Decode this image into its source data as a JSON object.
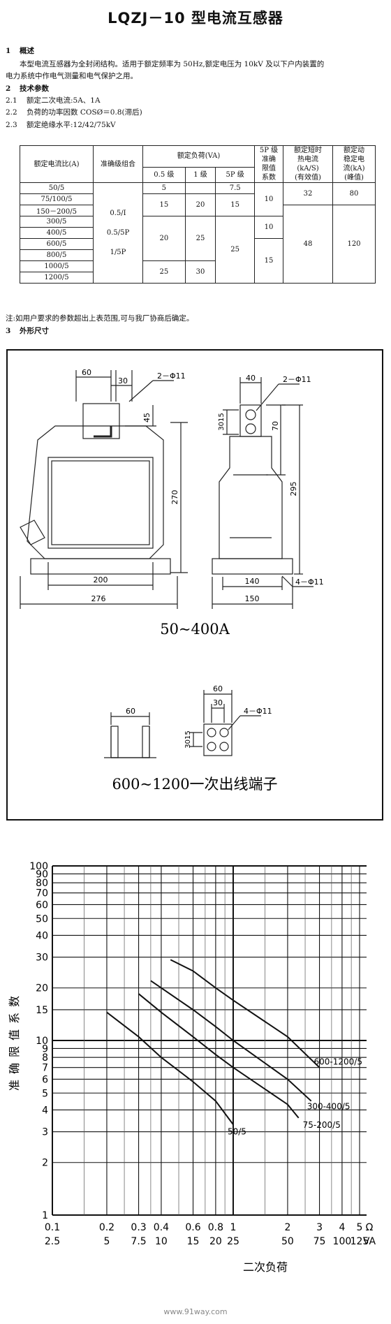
{
  "title": "LQZJ－10 型电流互感器",
  "sections": {
    "s1_num": "1",
    "s1_head": "概述",
    "s1_text1": "本型电流互感器为全封闭结构。适用于额定频率为 50Hz,额定电压为 10kV 及以下户内装置的",
    "s1_text2": "电力系统中作电气测量和电气保护之用。",
    "s2_num": "2",
    "s2_head": "技术参数",
    "s21_num": "2.1",
    "s21_text": "额定二次电流:5A、1A",
    "s22_num": "2.2",
    "s22_text": "负荷的功率因数 COSØ＝0.8(滞后)",
    "s23_num": "2.3",
    "s23_text": "额定绝缘水平:12/42/75kV",
    "note": "注:如用户要求的参数超出上表范围,可与我厂协商后确定。",
    "s3_num": "3",
    "s3_head": "外形尺寸"
  },
  "table": {
    "h_ratio": "额定电流比(A)",
    "h_class": "准确级组合",
    "h_load": "额定负荷(VA)",
    "h_05": "0.5 级",
    "h_1": "1 级",
    "h_5p": "5P 级",
    "h_alf1": "5P 级",
    "h_alf2": "准确",
    "h_alf3": "限值",
    "h_alf4": "系数",
    "h_th1": "额定短时",
    "h_th2": "热电流",
    "h_th3": "(kA/S)",
    "h_th4": "(有效值)",
    "h_dy1": "额定动",
    "h_dy2": "稳定电",
    "h_dy3": "流(kA)",
    "h_dy4": "(峰值)",
    "ratios": [
      "50/5",
      "75/100/5",
      "150－200/5",
      "300/5",
      "400/5",
      "600/5",
      "800/5",
      "1000/5",
      "1200/5"
    ],
    "class1": "0.5/Ⅰ",
    "class2": "0.5/5P",
    "class3": "1/5P",
    "v05": [
      "5",
      "15",
      "20",
      "25"
    ],
    "v1": [
      "20",
      "25",
      "30"
    ],
    "v5p": [
      "7.5",
      "15",
      "25"
    ],
    "alf": [
      "10",
      "10",
      "15"
    ],
    "thermal": [
      "32",
      "48"
    ],
    "dynamic": [
      "80",
      "120"
    ]
  },
  "drawing": {
    "d_60": "60",
    "d_30": "30",
    "d_2phi11_a": "2－Φ11",
    "d_45": "45",
    "d_270": "270",
    "d_200": "200",
    "d_276": "276",
    "d_40": "40",
    "d_2phi11_b": "2－Φ11",
    "d_3015a": "3015",
    "d_70": "70",
    "d_295": "295",
    "d_140": "140",
    "d_4phi11_a": "4－Φ11",
    "d_150": "150",
    "cap1": "50~400A",
    "d_60b": "60",
    "d_60c": "60",
    "d_30b": "30",
    "d_4phi11_b": "4－Φ11",
    "d_3015b": "3015",
    "cap2": "600~1200一次出线端子"
  },
  "chart_data": {
    "type": "line",
    "title": "",
    "xlabel": "二次负荷",
    "ylabel": "准确限值系数",
    "x_scale": "log",
    "y_scale": "log",
    "xlim": [
      0.1,
      5
    ],
    "ylim": [
      1,
      100
    ],
    "x_ticks_top": [
      "0.1",
      "0.2",
      "0.3",
      "0.4",
      "0.6",
      "0.8",
      "1",
      "2",
      "3",
      "4",
      "5",
      "Ω"
    ],
    "x_ticks_bottom": [
      "2.5",
      "5",
      "7.5",
      "10",
      "15",
      "20",
      "25",
      "50",
      "75",
      "100",
      "125",
      "VA"
    ],
    "x_tick_values": [
      0.1,
      0.2,
      0.3,
      0.4,
      0.6,
      0.8,
      1,
      2,
      3,
      4,
      5
    ],
    "y_ticks": [
      "1",
      "2",
      "3",
      "4",
      "5",
      "6",
      "7",
      "8",
      "9",
      "10",
      "15",
      "20",
      "30",
      "40",
      "50",
      "60",
      "70",
      "80",
      "90",
      "100"
    ],
    "y_tick_values": [
      1,
      2,
      3,
      4,
      5,
      6,
      7,
      8,
      9,
      10,
      15,
      20,
      30,
      40,
      50,
      60,
      70,
      80,
      90,
      100
    ],
    "grid": true,
    "series": [
      {
        "name": "50/5",
        "x": [
          0.2,
          0.3,
          0.4,
          0.6,
          0.8,
          1.0
        ],
        "y": [
          14.5,
          10.5,
          8.0,
          5.8,
          4.5,
          3.3
        ]
      },
      {
        "name": "75-200/5",
        "x": [
          0.3,
          0.4,
          0.6,
          0.8,
          1,
          2,
          2.3
        ],
        "y": [
          18.5,
          14.5,
          10.5,
          8.3,
          7.0,
          4.3,
          3.6
        ]
      },
      {
        "name": "300-400/5",
        "x": [
          0.35,
          0.4,
          0.6,
          0.8,
          1,
          2,
          2.7
        ],
        "y": [
          22,
          20,
          15,
          12,
          10,
          6.0,
          4.5
        ]
      },
      {
        "name": "600-1200/5",
        "x": [
          0.45,
          0.6,
          0.8,
          1,
          2,
          3
        ],
        "y": [
          29,
          25,
          20,
          17,
          10.5,
          7.0
        ]
      }
    ]
  },
  "footer": "www.91way.com"
}
